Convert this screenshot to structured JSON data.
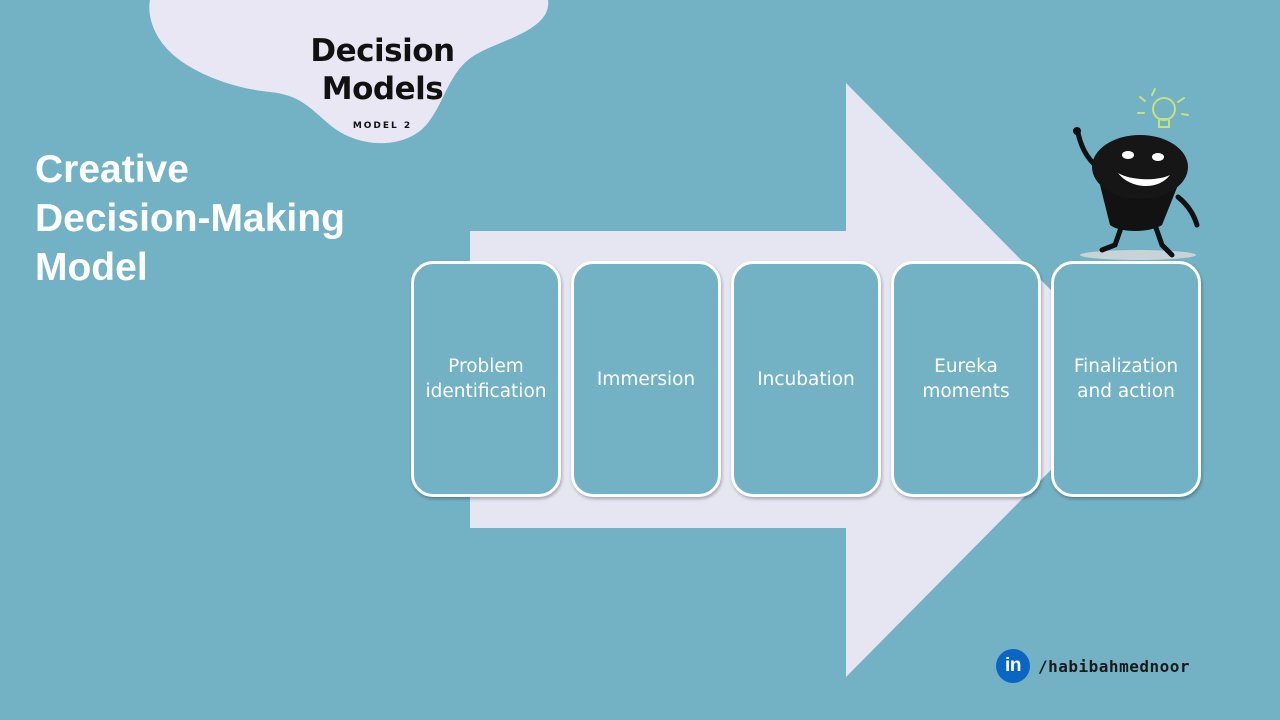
{
  "badge": {
    "title_line1": "Decision",
    "title_line2": "Models",
    "subtitle": "MODEL 2"
  },
  "page": {
    "title_line1": "Creative",
    "title_line2": "Decision-Making",
    "title_line3": "Model"
  },
  "steps": [
    {
      "line1": "Problem",
      "line2": "identification"
    },
    {
      "line1": "Immersion",
      "line2": ""
    },
    {
      "line1": "Incubation",
      "line2": ""
    },
    {
      "line1": "Eureka",
      "line2": "moments"
    },
    {
      "line1": "Finalization",
      "line2": "and action"
    }
  ],
  "footer": {
    "icon_text": "in",
    "handle": "/habibahmednoor"
  },
  "colors": {
    "background": "#72b2c4",
    "arrow": "#e6e5f2",
    "blob": "#e9e7f4",
    "box_border": "#ffffff",
    "linkedin": "#0a66c2",
    "bulb": "#c8e27a"
  },
  "icons": {
    "mascot": "mascot-lightbulb-character",
    "linkedin": "linkedin-icon"
  }
}
